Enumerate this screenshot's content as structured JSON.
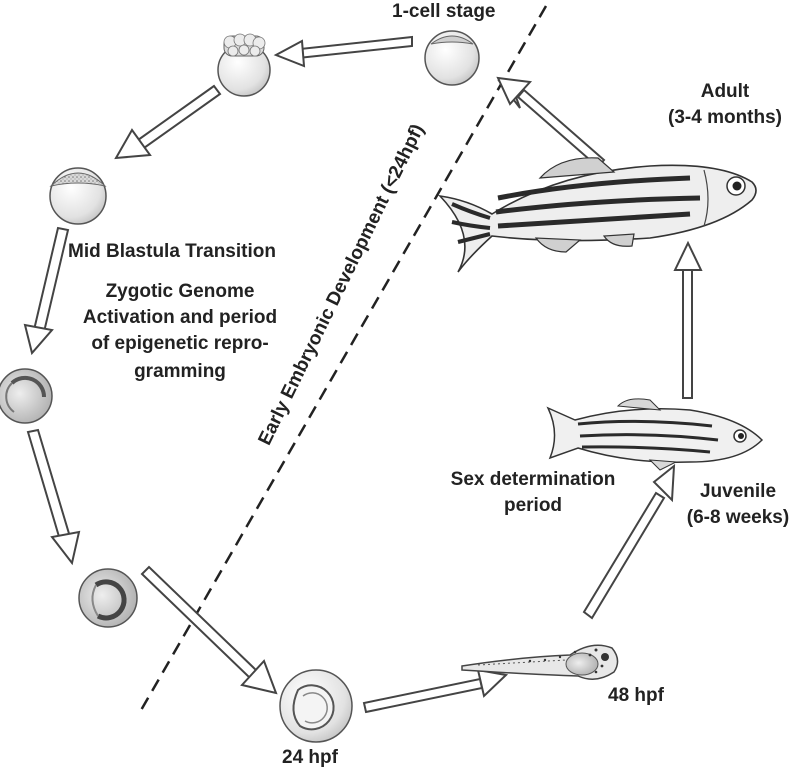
{
  "labels": {
    "one_cell": "1-cell stage",
    "adult": "Adult",
    "adult_age": "(3-4 months)",
    "mbt": "Mid Blastula Transition",
    "zga_1": "Zygotic Genome",
    "zga_2": "Activation and period",
    "zga_3": "of epigenetic repro-",
    "zga_4": "gramming",
    "sex_1": "Sex determination",
    "sex_2": "period",
    "juvenile": "Juvenile",
    "juvenile_age": "(6-8 weeks)",
    "hpf48": "48 hpf",
    "hpf24": "24 hpf",
    "early_dev": "Early Embryonic Development (<24hpf)"
  },
  "colors": {
    "text": "#222222",
    "outline": "#444444",
    "cell_fill": "#e6e6e6",
    "stripe": "#2a2a2a"
  }
}
